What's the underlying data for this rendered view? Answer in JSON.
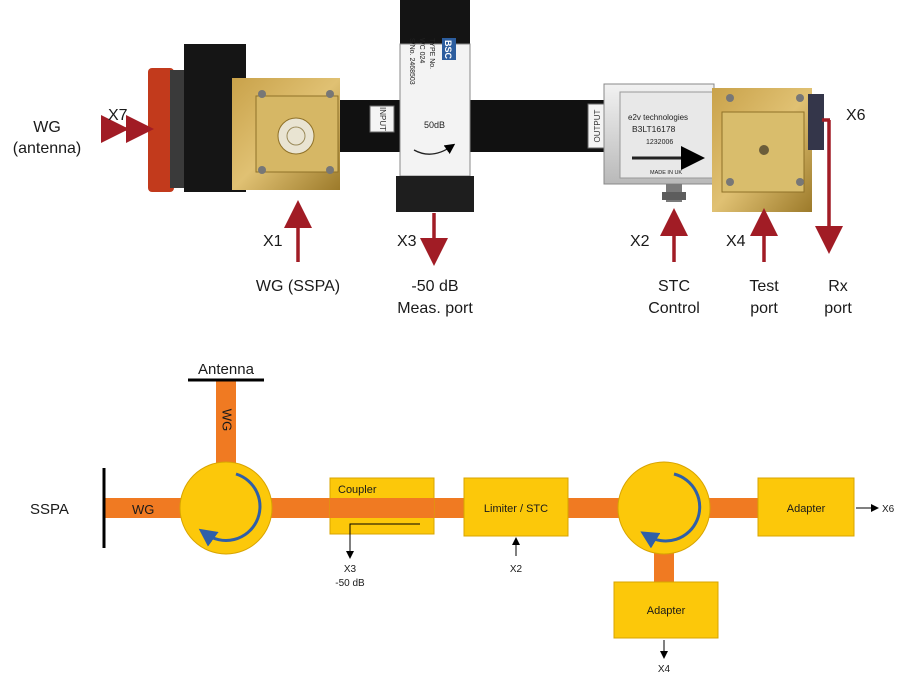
{
  "photo": {
    "labels": {
      "wg_antenna_1": "WG",
      "wg_antenna_2": "(antenna)",
      "x7": "X7",
      "x1": "X1",
      "wg_sspa": "WG (SSPA)",
      "x3": "X3",
      "meas_1": "-50 dB",
      "meas_2": "Meas. port",
      "x2": "X2",
      "stc_1": "STC",
      "stc_2": "Control",
      "x4": "X4",
      "test_1": "Test",
      "test_2": "port",
      "x6": "X6",
      "rx_1": "Rx",
      "rx_2": "port"
    },
    "hardware_text": {
      "input": "INPUT",
      "output": "OUTPUT",
      "coupler_db": "50dB",
      "bsc": "BSC",
      "type_no": "TYPE No.",
      "wc": "WC 024",
      "sno": "S/No. 2468503",
      "e2v": "e2v technologies",
      "part": "B3LT16178",
      "serial": "1232006",
      "made": "MADE IN UK"
    }
  },
  "diagram": {
    "antenna": "Antenna",
    "sspa": "SSPA",
    "wg_h": "WG",
    "wg_v": "WG",
    "coupler": "Coupler",
    "limiter": "Limiter / STC",
    "adapter_right": "Adapter",
    "adapter_bottom": "Adapter",
    "x6": "X6",
    "x3": "X3",
    "x3_db": "-50 dB",
    "x2": "X2",
    "x4": "X4"
  },
  "colors": {
    "waveguide": "#f07a22",
    "component": "#fcc80a",
    "circulator_arrow": "#2f5fa8",
    "arrow_red": "#a11c25"
  }
}
